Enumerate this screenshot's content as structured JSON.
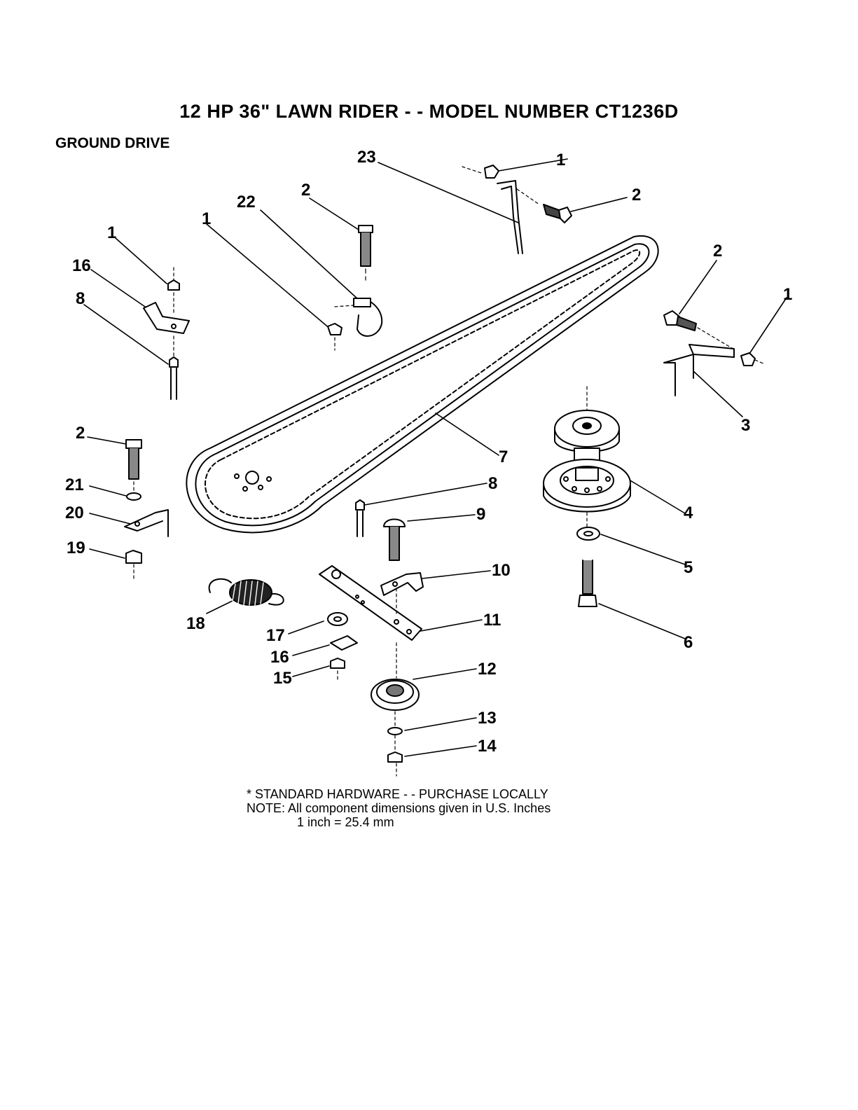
{
  "title": "12 HP 36\" LAWN RIDER - - MODEL NUMBER CT1236D",
  "section": "GROUND DRIVE",
  "callouts": [
    "1",
    "2",
    "23",
    "1",
    "2",
    "22",
    "2",
    "1",
    "16",
    "8",
    "1",
    "2",
    "2",
    "21",
    "20",
    "19",
    "7",
    "8",
    "9",
    "10",
    "11",
    "17",
    "16",
    "15",
    "18",
    "12",
    "13",
    "14",
    "4",
    "5",
    "6",
    "3"
  ],
  "notes": {
    "standard_hardware": "* STANDARD HARDWARE - - PURCHASE LOCALLY",
    "note": "NOTE:  All component dimensions given in U.S. Inches",
    "conversion": "1 inch = 25.4 mm"
  }
}
